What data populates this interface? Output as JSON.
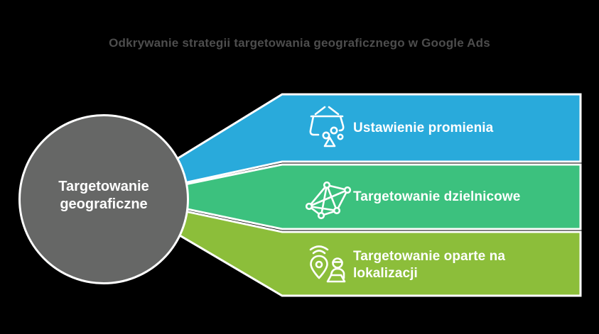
{
  "title": "Odkrywanie strategii targetowania geograficznego w Google Ads",
  "colors": {
    "background": "#000000",
    "title_text": "#4d4d4d",
    "label_text": "#ffffff",
    "outline": "#ffffff"
  },
  "center_node": {
    "label": "Targetowanie\ngeograficzne",
    "color": "#666766"
  },
  "branches": [
    {
      "label": "Ustawienie promienia",
      "color": "#29aadb",
      "icon": "radius-area-icon"
    },
    {
      "label": "Targetowanie dzielnicowe",
      "color": "#3cc17e",
      "icon": "network-graph-icon"
    },
    {
      "label": "Targetowanie oparte na\nlokalizacji",
      "color": "#8cbe3a",
      "icon": "location-pin-user-icon"
    }
  ]
}
